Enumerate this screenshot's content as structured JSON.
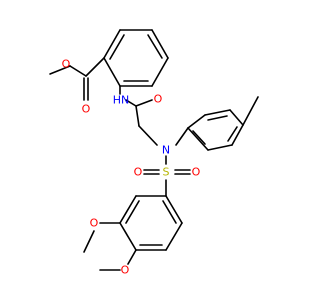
{
  "molecule": {
    "colors": {
      "bond": "#000000",
      "O": "#ff0000",
      "N": "#0000ff",
      "S": "#b5b500"
    },
    "labels": {
      "ester_carbonyl_o": "O",
      "ester_ether_o": "O",
      "amide_n": "HN",
      "amide_o": "O",
      "sulfonamide_n": "N",
      "sulfur": "S",
      "sulfonyl_o_left": "O",
      "sulfonyl_o_right": "O",
      "methoxy_o_3": "O",
      "methoxy_o_4": "O"
    }
  }
}
